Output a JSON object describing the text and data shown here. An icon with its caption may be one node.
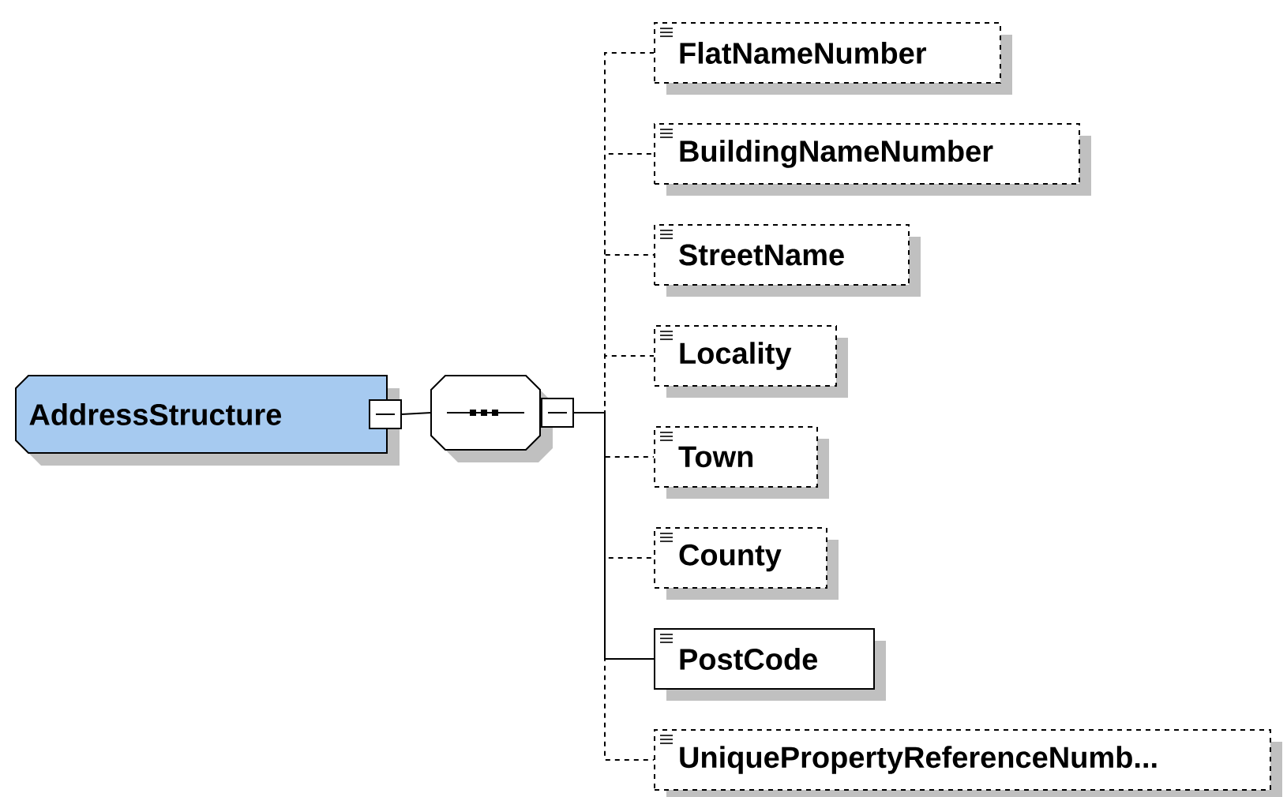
{
  "diagram": {
    "nodes": [
      {
        "text": [
          "AddressStructure"
        ]
      },
      {
        "text": [],
        "shape": "octagon"
      },
      {
        "text": [
          "FlatNameNumber"
        ]
      },
      {
        "text": [
          "BuildingNameNumber"
        ]
      },
      {
        "text": [
          "StreetName"
        ]
      },
      {
        "text": [
          "Locality"
        ]
      },
      {
        "text": [
          "Town"
        ]
      },
      {
        "text": [
          "County"
        ]
      },
      {
        "text": [
          "PostCode"
        ]
      },
      {
        "text": [
          "UniquePropertyReferenceNumb..."
        ]
      }
    ],
    "edges": [
      {
        "from": 0,
        "to": 1,
        "arrow": "none"
      },
      {
        "from": 1,
        "to": 2,
        "arrow": "none",
        "style": "dashed"
      },
      {
        "from": 1,
        "to": 3,
        "arrow": "none",
        "style": "dashed"
      },
      {
        "from": 1,
        "to": 4,
        "arrow": "none",
        "style": "dashed"
      },
      {
        "from": 1,
        "to": 5,
        "arrow": "none",
        "style": "dashed"
      },
      {
        "from": 1,
        "to": 6,
        "arrow": "none",
        "style": "dashed"
      },
      {
        "from": 1,
        "to": 7,
        "arrow": "none",
        "style": "dashed"
      },
      {
        "from": 1,
        "to": 8,
        "arrow": "none"
      },
      {
        "from": 1,
        "to": 9,
        "arrow": "none",
        "style": "dashed"
      }
    ]
  }
}
